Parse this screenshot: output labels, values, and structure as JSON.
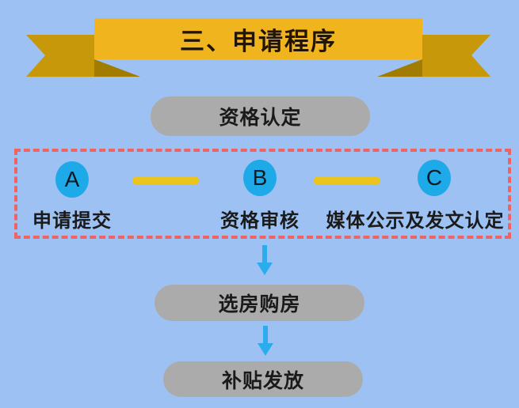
{
  "banner": {
    "title": "三、申请程序"
  },
  "flow": {
    "start": {
      "label": "资格认定"
    },
    "stage_group": {
      "steps": [
        {
          "id": "A",
          "label": "申请提交"
        },
        {
          "id": "B",
          "label": "资格审核"
        },
        {
          "id": "C",
          "label": "媒体公示及发文认定"
        }
      ]
    },
    "later": [
      {
        "label": "选房购房"
      },
      {
        "label": "补贴发放"
      }
    ]
  },
  "colors": {
    "background": "#9dc1f2",
    "ribbon_band": "#f0b41f",
    "ribbon_tail": "#c6980a",
    "ribbon_fold": "#a27c00",
    "node_gray": "#ababab",
    "circle_blue": "#1eaae8",
    "arrow_blue": "#2bacec",
    "connector_yellow": "#ebc41e",
    "dashed_border": "#ee6363",
    "text_dark": "#1a1a1a"
  }
}
